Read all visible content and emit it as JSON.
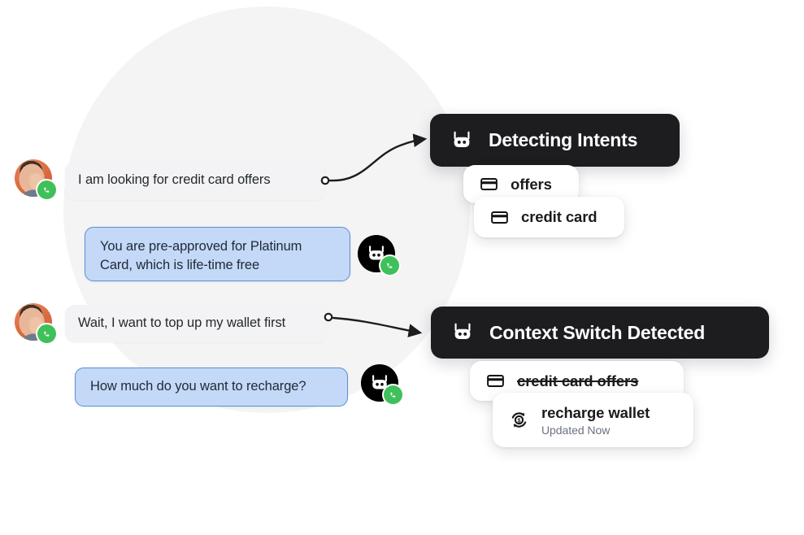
{
  "background": {
    "circle_color": "#f4f4f5",
    "page_color": "#ffffff"
  },
  "colors": {
    "panel_dark": "#1d1d1f",
    "bot_bubble": "#c3d9f7",
    "bot_bubble_border": "#5b8fd6",
    "user_bubble": "#f3f3f5",
    "badge_green": "#3fc05a",
    "text_dark": "#24292e",
    "text_muted": "#6b7280"
  },
  "conversation": {
    "messages": [
      {
        "id": "msg-1",
        "sender": "user",
        "text": "I am looking for credit card offers",
        "avatar": "user-avatar",
        "badge": "whatsapp-phone-icon"
      },
      {
        "id": "msg-2",
        "sender": "bot",
        "text": "You are pre-approved for Platinum Card, which is life-time free",
        "avatar": "bot-avatar",
        "badge": "whatsapp-phone-icon"
      },
      {
        "id": "msg-3",
        "sender": "user",
        "text": "Wait, I want to top up my wallet first",
        "avatar": "user-avatar",
        "badge": "whatsapp-phone-icon"
      },
      {
        "id": "msg-4",
        "sender": "bot",
        "text": "How much do you want to recharge?",
        "avatar": "bot-avatar",
        "badge": "whatsapp-phone-icon"
      }
    ]
  },
  "panels": [
    {
      "id": "panel-intents",
      "title": "Detecting Intents",
      "icon": "bot-icon",
      "chips": [
        {
          "id": "chip-offers",
          "label": "offers",
          "icon": "credit-card-icon",
          "struck": false,
          "sub": ""
        },
        {
          "id": "chip-creditcard",
          "label": "credit card",
          "icon": "credit-card-icon",
          "struck": false,
          "sub": ""
        }
      ]
    },
    {
      "id": "panel-context",
      "title": "Context Switch Detected",
      "icon": "bot-icon",
      "chips": [
        {
          "id": "chip-ccoffers",
          "label": "credit card offers",
          "icon": "credit-card-icon",
          "struck": true,
          "sub": ""
        },
        {
          "id": "chip-recharge",
          "label": "recharge wallet",
          "icon": "currency-refresh-icon",
          "struck": false,
          "sub": "Updated Now"
        }
      ]
    }
  ],
  "connectors": [
    {
      "id": "connector-1",
      "from": "msg-1",
      "to": "panel-intents",
      "start_marker": "circle-dot",
      "end_marker": "arrowhead"
    },
    {
      "id": "connector-2",
      "from": "msg-3",
      "to": "panel-context",
      "start_marker": "circle-dot",
      "end_marker": "arrowhead"
    }
  ]
}
